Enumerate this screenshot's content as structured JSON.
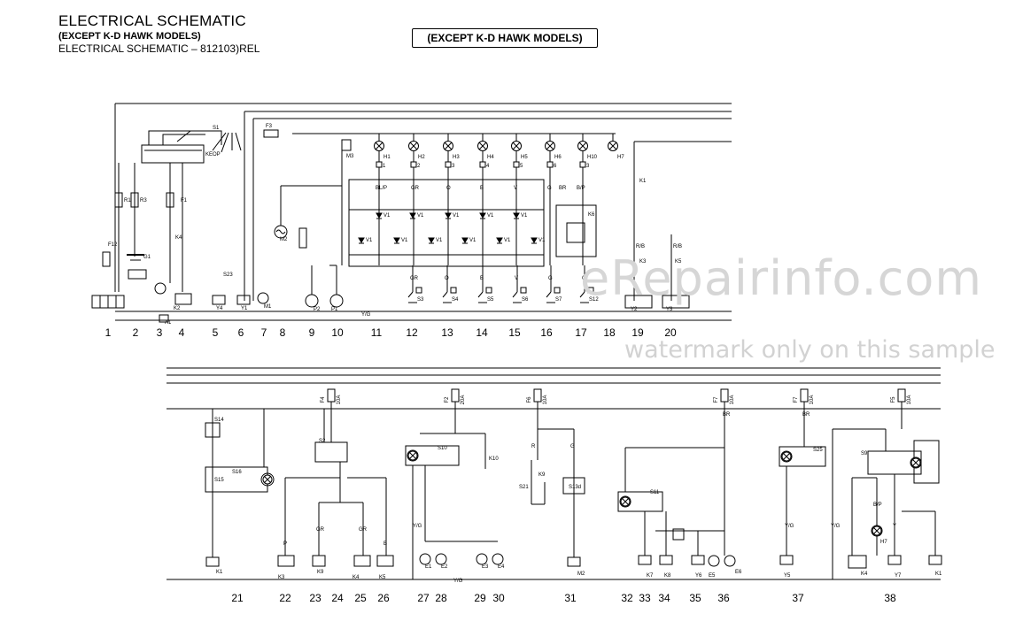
{
  "header": {
    "title": "ELECTRICAL SCHEMATIC",
    "subtitle": "(EXCEPT K-D HAWK MODELS)",
    "ref_line": "ELECTRICAL SCHEMATIC – 812103)REL",
    "boxed_note": "(EXCEPT K-D HAWK MODELS)"
  },
  "watermark": {
    "main": "eRepairinfo.com",
    "note": "watermark only on this sample"
  },
  "top_circuit": {
    "numbers": [
      "1",
      "2",
      "3",
      "4",
      "5",
      "6",
      "7",
      "8",
      "9",
      "10",
      "11",
      "12",
      "13",
      "14",
      "15",
      "16",
      "17",
      "18",
      "19",
      "20"
    ],
    "lamps": [
      "H1",
      "H2",
      "H3",
      "H4",
      "H5",
      "H6",
      "H10",
      "H7"
    ],
    "lamp_pins": [
      "1",
      "2",
      "3",
      "4",
      "5",
      "6",
      "3"
    ],
    "sensors": [
      "S3",
      "S4",
      "S5",
      "S6",
      "S7",
      "S12"
    ],
    "sensor_wires": [
      "GR",
      "O",
      "B",
      "V",
      "G",
      "G"
    ],
    "wire_labels": [
      "BL/P",
      "GR",
      "O",
      "B",
      "V",
      "G",
      "B/P",
      "BR",
      "R/B",
      "R/B"
    ],
    "components": [
      "S1",
      "F3",
      "M3",
      "F12",
      "G1",
      "R1",
      "R3",
      "F1",
      "K4",
      "S23",
      "M2",
      "M1",
      "Y4",
      "Y1",
      "K2",
      "A1",
      "P2",
      "P1",
      "K6",
      "K1",
      "K3",
      "K5",
      "Y2",
      "Y3"
    ],
    "ground_bus": "Y/G",
    "switch_positions": "KEOP"
  },
  "bottom_circuit": {
    "numbers": [
      "21",
      "22",
      "23",
      "24",
      "25",
      "26",
      "27",
      "28",
      "29",
      "30",
      "31",
      "32",
      "33",
      "34",
      "35",
      "36",
      "37",
      "38"
    ],
    "fuses": [
      "F4",
      "F2",
      "F6",
      "F7",
      "F7",
      "F5"
    ],
    "fuse_ratings": [
      "10A",
      "20A",
      "10A",
      "10A",
      "10A",
      "10A"
    ],
    "relays": [
      "K1",
      "K3",
      "K9",
      "K4",
      "K5",
      "K7",
      "K8",
      "Y6",
      "Y5",
      "K4",
      "Y7",
      "K1"
    ],
    "switches": [
      "S14",
      "S15",
      "S16",
      "S2",
      "S10",
      "K10",
      "S21",
      "K9",
      "S13d",
      "S11",
      "S25",
      "S9"
    ],
    "lamps": [
      "E1",
      "E2",
      "E3",
      "E4",
      "E5",
      "E6",
      "M2",
      "H7"
    ],
    "wire_labels": [
      "P",
      "GR",
      "GR",
      "B",
      "Y/G",
      "R",
      "G",
      "BR",
      "BR",
      "Y/G",
      "Y/G",
      "B/P",
      "Y"
    ],
    "ground_bus": "Y/G"
  }
}
